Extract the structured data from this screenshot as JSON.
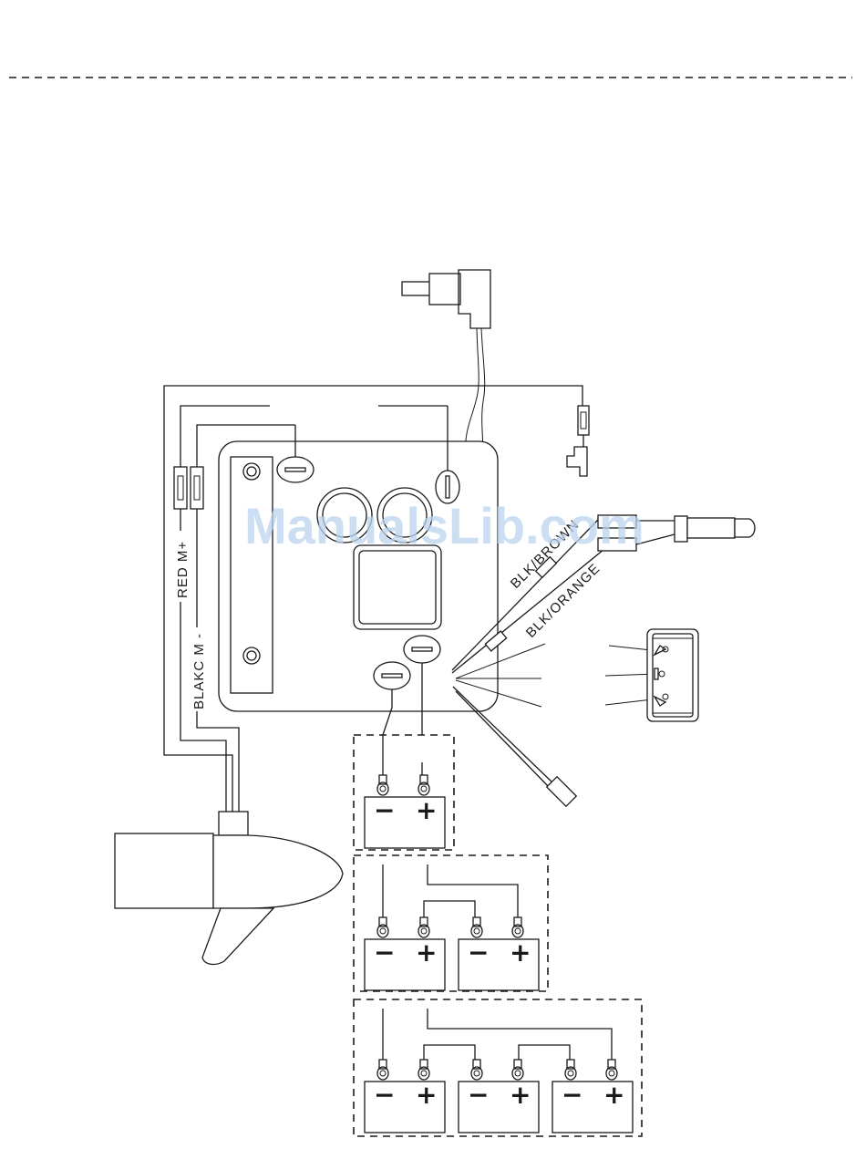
{
  "labels": {
    "red_m_plus": "RED M+",
    "black_m_minus": "BLAKC M -",
    "blk_brown": "BLK/BROWN",
    "blk_orange": "BLK/ORANGE"
  },
  "watermark": "ManualsLib.com",
  "battery_symbols": {
    "minus": "−",
    "plus": "+"
  },
  "battery_banks": [
    {
      "batteries": 1
    },
    {
      "batteries": 2
    },
    {
      "batteries": 3
    }
  ]
}
